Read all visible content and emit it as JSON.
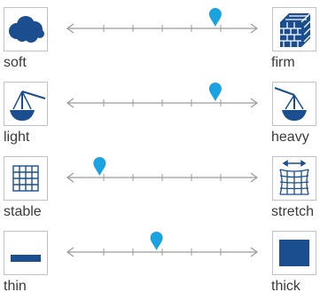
{
  "scales": [
    {
      "left_label": "soft",
      "right_label": "firm",
      "left_icon": "cloud-icon",
      "right_icon": "brick-block-icon",
      "value": 0.78
    },
    {
      "left_label": "light",
      "right_label": "heavy",
      "left_icon": "scale-light-icon",
      "right_icon": "scale-heavy-icon",
      "value": 0.78
    },
    {
      "left_label": "stable",
      "right_label": "stretch",
      "left_icon": "grid-icon",
      "right_icon": "stretched-grid-icon",
      "value": 0.17
    },
    {
      "left_label": "thin",
      "right_label": "thick",
      "left_icon": "thin-bar-icon",
      "right_icon": "thick-square-icon",
      "value": 0.47
    }
  ],
  "colors": {
    "icon_blue": "#1a4e8f",
    "marker_blue": "#1aa3e0",
    "track": "#9a9a9a"
  }
}
